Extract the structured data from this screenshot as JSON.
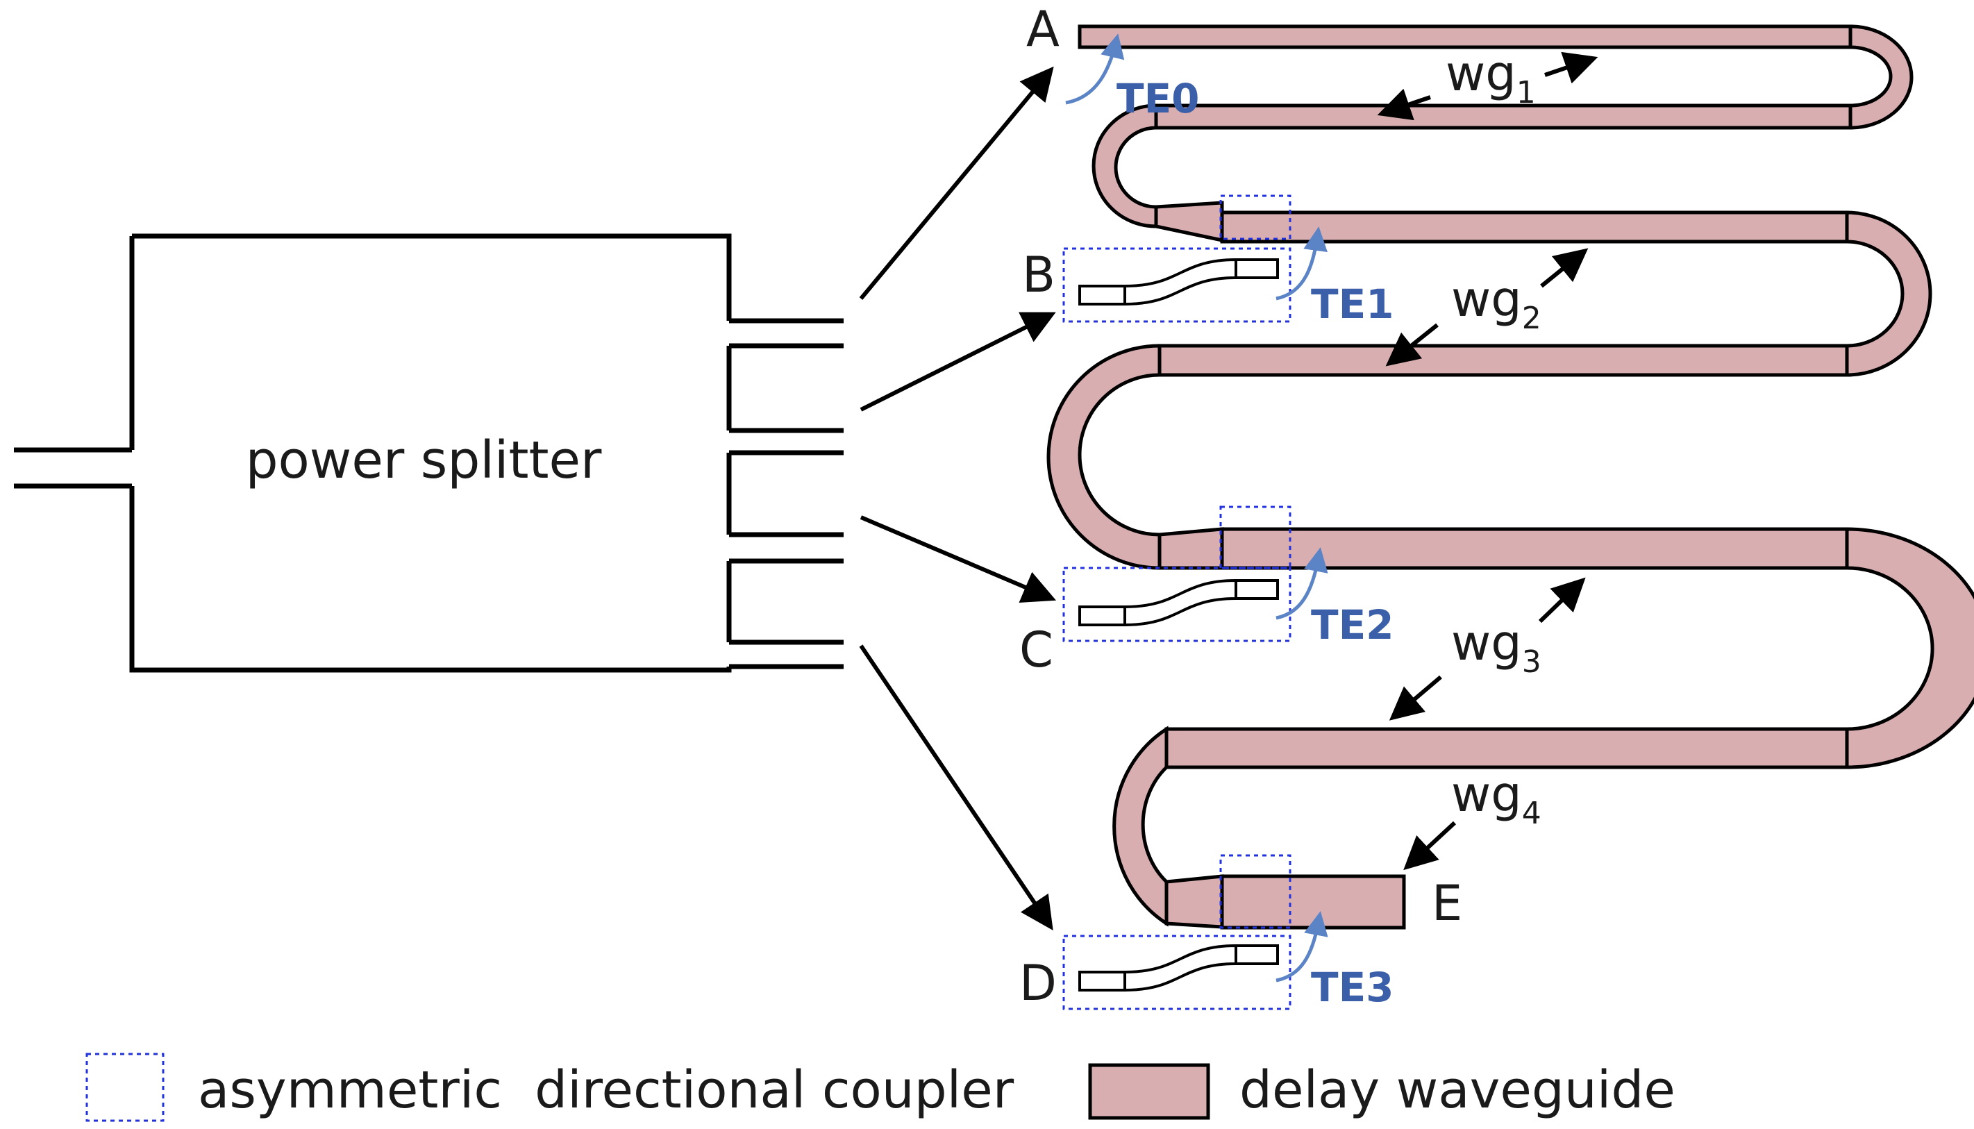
{
  "colors": {
    "line": "#000000",
    "delay_fill": "#d9aeb1",
    "mode_blue": "#3b5fa8",
    "arrow_blue": "#5a84c6",
    "coupler_dash": "#2233dd"
  },
  "splitter": {
    "label": "power splitter"
  },
  "ports": {
    "a": "A",
    "b": "B",
    "c": "C",
    "d": "D",
    "e": "E"
  },
  "modes": {
    "te0": "TE0",
    "te1": "TE1",
    "te2": "TE2",
    "te3": "TE3"
  },
  "waveguides": {
    "base": "wg",
    "wg1_sub": "1",
    "wg2_sub": "2",
    "wg3_sub": "3",
    "wg4_sub": "4"
  },
  "legend": {
    "coupler_label": "asymmetric  directional coupler",
    "delay_label": "delay waveguide"
  }
}
